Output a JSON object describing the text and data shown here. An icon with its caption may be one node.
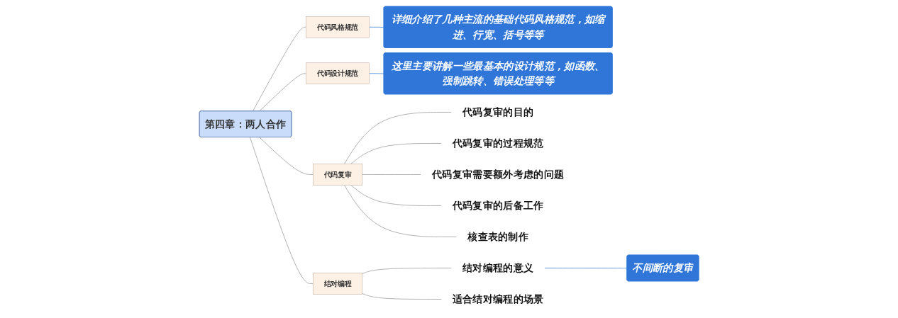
{
  "diagram": {
    "nodes": [
      {
        "text": [
          "第四章：两人合作"
        ]
      },
      {
        "text": [
          "代码风格规范"
        ]
      },
      {
        "text": [
          "详细介绍了几种主流的基础代码风格规范，如缩进、行宽、括号等等"
        ]
      },
      {
        "text": [
          "代码设计规范"
        ]
      },
      {
        "text": [
          "这里主要讲解一些最基本的设计规范，如函数、强制跳转、错误处理等等"
        ]
      },
      {
        "text": [
          "代码复审"
        ]
      },
      {
        "text": [
          "代码复审的目的"
        ]
      },
      {
        "text": [
          "代码复审的过程规范"
        ]
      },
      {
        "text": [
          "代码复审需要额外考虑的问题"
        ]
      },
      {
        "text": [
          "代码复审的后备工作"
        ]
      },
      {
        "text": [
          "核查表的制作"
        ]
      },
      {
        "text": [
          "结对编程"
        ]
      },
      {
        "text": [
          "结对编程的意义"
        ]
      },
      {
        "text": [
          "不间断的复审"
        ]
      },
      {
        "text": [
          "适合结对编程的场景"
        ]
      }
    ],
    "edges": [
      {
        "from": 0,
        "to": 1,
        "arrow": "none"
      },
      {
        "from": 1,
        "to": 2,
        "arrow": "none",
        "color": "#3a7bd5"
      },
      {
        "from": 0,
        "to": 3,
        "arrow": "none"
      },
      {
        "from": 3,
        "to": 4,
        "arrow": "none",
        "color": "#3a7bd5"
      },
      {
        "from": 0,
        "to": 5,
        "arrow": "none"
      },
      {
        "from": 5,
        "to": 6,
        "arrow": "none"
      },
      {
        "from": 5,
        "to": 7,
        "arrow": "none"
      },
      {
        "from": 5,
        "to": 8,
        "arrow": "none"
      },
      {
        "from": 5,
        "to": 9,
        "arrow": "none"
      },
      {
        "from": 5,
        "to": 10,
        "arrow": "none"
      },
      {
        "from": 0,
        "to": 11,
        "arrow": "none"
      },
      {
        "from": 11,
        "to": 12,
        "arrow": "none"
      },
      {
        "from": 12,
        "to": 13,
        "arrow": "none",
        "color": "#3a7bd5"
      },
      {
        "from": 11,
        "to": 14,
        "arrow": "none"
      }
    ]
  }
}
